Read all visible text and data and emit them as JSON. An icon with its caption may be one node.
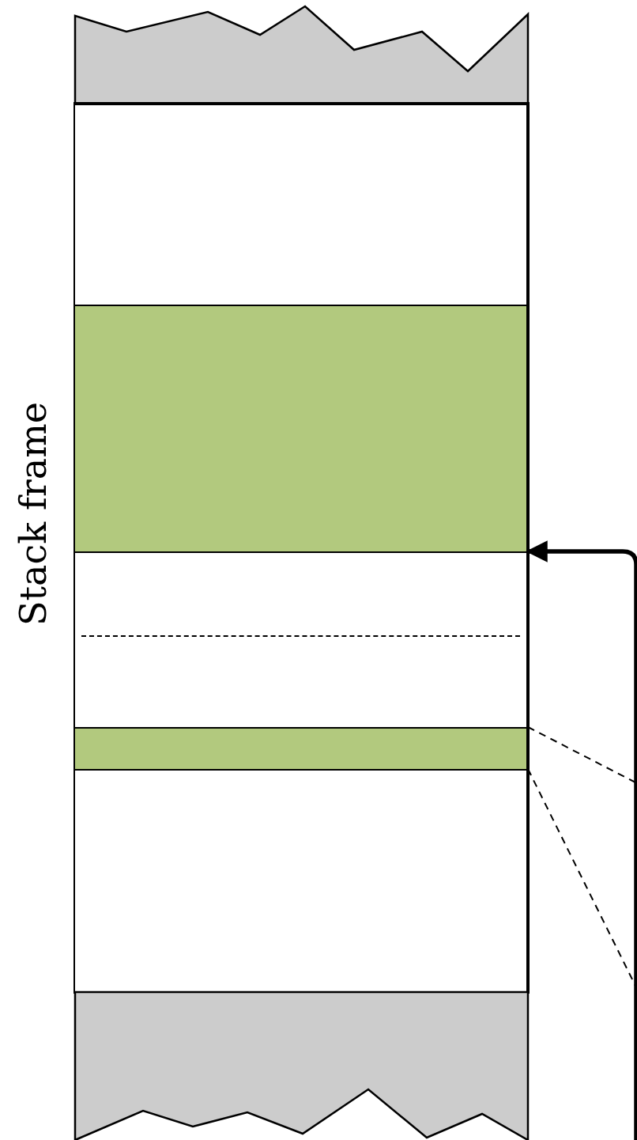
{
  "diagram": {
    "nodes": [
      {
        "text": [],
        "shape": "box"
      },
      {
        "text": [
          "Stack frame"
        ]
      },
      {
        "text": [],
        "shape": "box",
        "in": 1
      },
      {
        "text": [],
        "shape": "box",
        "in": 1
      },
      {
        "text": [],
        "shape": "box",
        "in": 1
      },
      {
        "text": [],
        "shape": "box",
        "in": 1
      },
      {
        "text": [],
        "shape": "box",
        "in": 1
      },
      {
        "text": [],
        "shape": "box"
      }
    ],
    "edges": [
      {
        "from": null,
        "to": 4,
        "arrow": "to",
        "style": "thick"
      },
      {
        "from": 5,
        "to": null,
        "arrow": "none",
        "style": "dashed"
      },
      {
        "from": 5,
        "to": null,
        "arrow": "none",
        "style": "dashed"
      }
    ]
  }
}
